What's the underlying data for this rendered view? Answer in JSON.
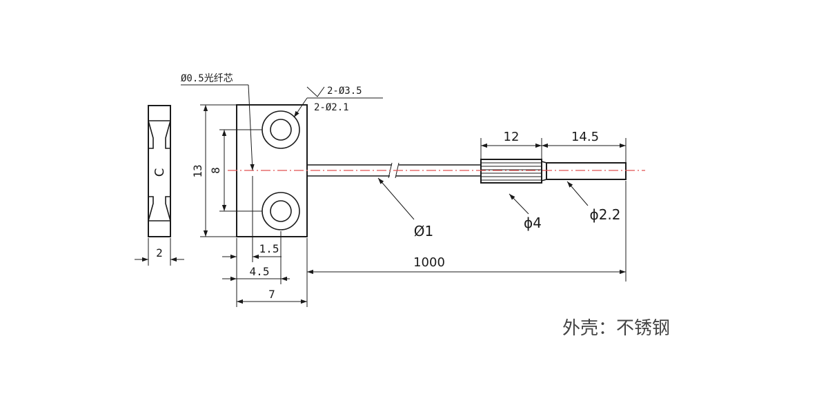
{
  "labels": {
    "fiber_core": "Ø0.5光纤芯",
    "hole_countersink": "2-Ø3.5",
    "hole_thru": "2-Ø2.1",
    "height_total": "13",
    "hole_spacing": "8",
    "side_letter": "C",
    "side_thickness": "2",
    "core_offset": "1.5",
    "hole_offset": "4.5",
    "body_width": "7",
    "sleeve_length": "12",
    "tip_length": "14.5",
    "cable_length": "1000",
    "cable_diameter": "Ø1",
    "sleeve_diameter": "ϕ4",
    "tip_diameter": "ϕ2.2",
    "material_note": "外壳：不锈钢"
  },
  "colors": {
    "line": "#1a1a1a",
    "centerline": "#e05050",
    "note": "#444444"
  }
}
